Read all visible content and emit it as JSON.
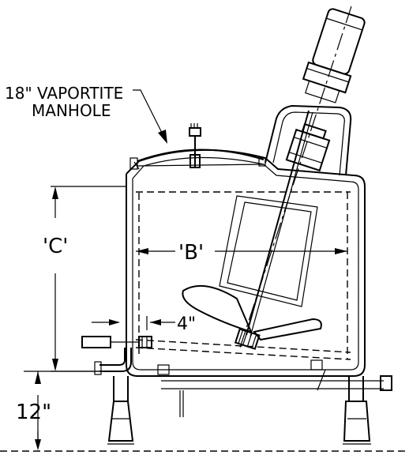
{
  "labels": {
    "manhole_line1": "18\" VAPORTITE",
    "manhole_line2": "MANHOLE",
    "dim_b": "'B'",
    "dim_c": "'C'",
    "dim_4": "4\"",
    "dim_12": "12\""
  },
  "colors": {
    "line": "#000000",
    "background": "#ffffff"
  }
}
